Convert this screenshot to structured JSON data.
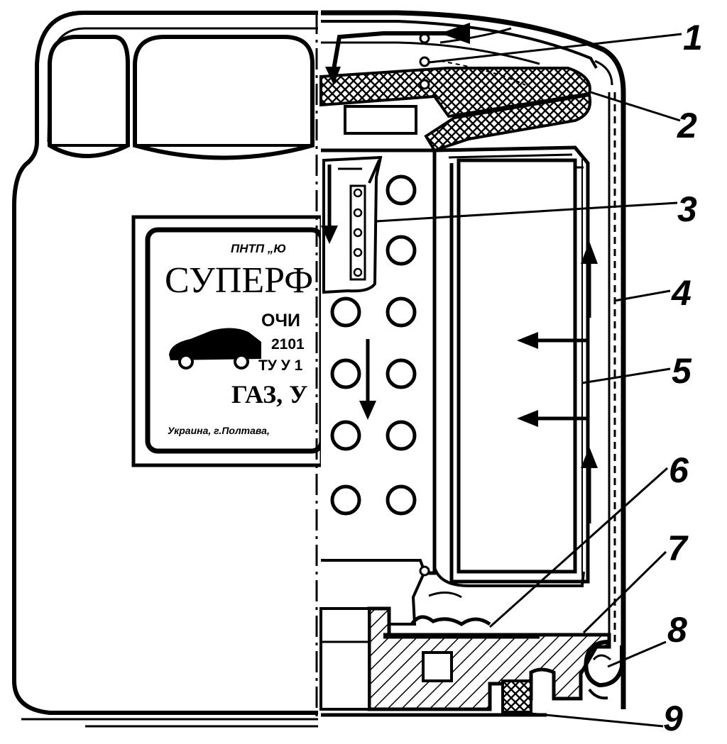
{
  "diagram": {
    "label_panel": {
      "manufacturer": "ПНТП „Ю",
      "brand": "СУПЕРФ",
      "line_purpose": "ОЧИ",
      "line_code": "2101",
      "line_standard": "ТУ У 1",
      "line_use": "ГАЗ, У",
      "line_origin": "Украина, г.Полтава,"
    },
    "callouts": [
      "1",
      "2",
      "3",
      "4",
      "5",
      "6",
      "7",
      "8",
      "9"
    ],
    "colors": {
      "ink": "#000000",
      "paper": "#ffffff"
    }
  }
}
